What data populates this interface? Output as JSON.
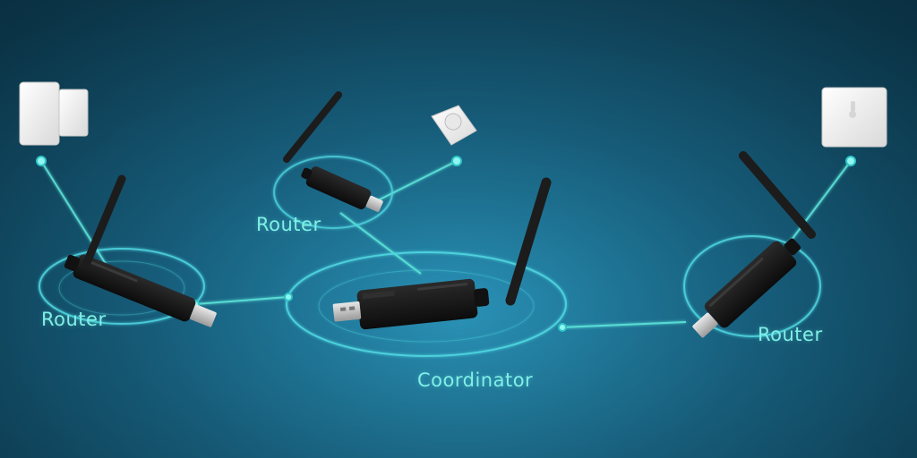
{
  "labels": {
    "router_left": "Router",
    "router_top": "Router",
    "router_right": "Router",
    "coordinator": "Coordinator"
  },
  "colors": {
    "link": "#5fe8dc",
    "ring": "#4fd6e0",
    "label": "#7ff0e6",
    "dongle": "#141414",
    "antenna": "#1c1c1c",
    "device": "#f2f2f2"
  },
  "icons": {
    "device_left": "door-window-sensor-icon",
    "device_top": "motion-sensor-icon",
    "device_right": "temperature-sensor-icon",
    "dongle": "usb-zigbee-dongle-icon"
  }
}
